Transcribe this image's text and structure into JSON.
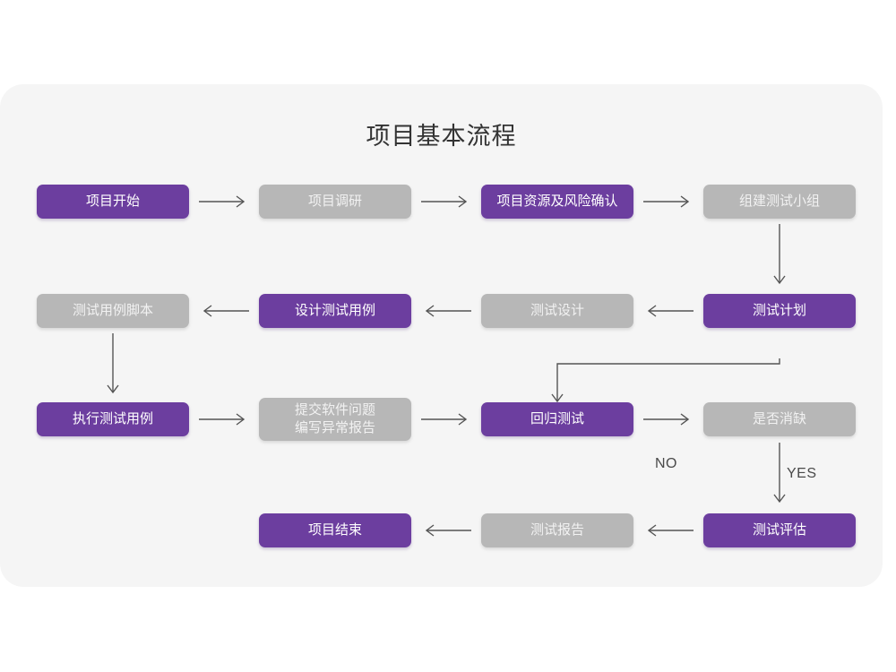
{
  "page": {
    "background": "#ffffff",
    "card_background": "#f5f5f5",
    "title": "项目基本流程"
  },
  "colors": {
    "purple": "#6c3e9f",
    "gray": "#b7b7b7",
    "arrow": "#555555",
    "title_text": "#333333",
    "label_text": "#4a4a4a"
  },
  "nodes": {
    "project_start": {
      "label": "项目开始",
      "style": "purple"
    },
    "project_research": {
      "label": "项目调研",
      "style": "gray"
    },
    "resource_risk_confirm": {
      "label": "项目资源及风险确认",
      "style": "purple"
    },
    "build_test_team": {
      "label": "组建测试小组",
      "style": "gray"
    },
    "test_case_script": {
      "label": "测试用例脚本",
      "style": "gray"
    },
    "design_test_case": {
      "label": "设计测试用例",
      "style": "purple"
    },
    "test_design": {
      "label": "测试设计",
      "style": "gray"
    },
    "test_plan": {
      "label": "测试计划",
      "style": "purple"
    },
    "execute_test_case": {
      "label": "执行测试用例",
      "style": "purple"
    },
    "submit_issue_report": {
      "label": "提交软件问题\n编写异常报告",
      "style": "gray"
    },
    "regression_test": {
      "label": "回归测试",
      "style": "purple"
    },
    "defect_cleared": {
      "label": "是否消缺",
      "style": "gray"
    },
    "project_end": {
      "label": "项目结束",
      "style": "purple"
    },
    "test_report": {
      "label": "测试报告",
      "style": "gray"
    },
    "test_evaluation": {
      "label": "测试评估",
      "style": "purple"
    }
  },
  "edge_labels": {
    "no": "NO",
    "yes": "YES"
  },
  "icons": {
    "arrow_right": "arrow-right-icon",
    "arrow_left": "arrow-left-icon",
    "arrow_down": "arrow-down-icon",
    "loop_back": "loop-back-arrow-icon"
  }
}
